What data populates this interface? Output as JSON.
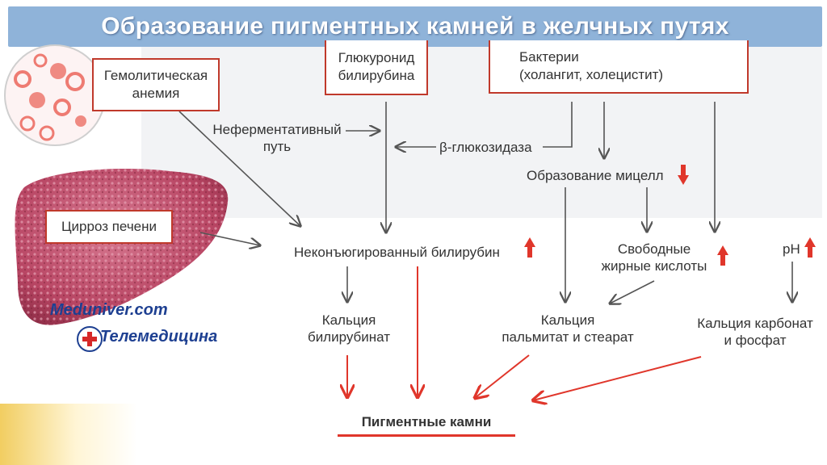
{
  "title": "Образование пигментных камней в желчных путях",
  "boxes": {
    "hemolytic_line1": "Гемолитическая",
    "hemolytic_line2": "анемия",
    "glucuronide_line1": "Глюкуронид",
    "glucuronide_line2": "билирубина",
    "bacteria_line1": "Бактерии",
    "bacteria_line2": "(холангит, холецистит)",
    "cirrhosis": "Цирроз печени"
  },
  "labels": {
    "nonenzymatic_line1": "Неферментативный",
    "nonenzymatic_line2": "путь",
    "glucosidase": "β-глюкозидаза",
    "micelle": "Образование мицелл",
    "unconjugated": "Неконъюгированный билирубин",
    "free_fa_line1": "Свободные",
    "free_fa_line2": "жирные кислоты",
    "ph": "pH",
    "ca_bilirubinate_line1": "Кальция",
    "ca_bilirubinate_line2": "билирубинат",
    "ca_palmitate_line1": "Кальция",
    "ca_palmitate_line2": "пальмитат и стеарат",
    "ca_carbonate_line1": "Кальция карбонат",
    "ca_carbonate_line2": "и фосфат",
    "pigment_stones": "Пигментные камни"
  },
  "watermark": {
    "line1": "Meduniver.com",
    "line2": "Телемедицина"
  },
  "colors": {
    "title_bg": "#8fb3d9",
    "box_border": "#c0392b",
    "red_arrow": "#e0362b",
    "gray_arrow": "#555555",
    "liver": "#c24a6a"
  }
}
